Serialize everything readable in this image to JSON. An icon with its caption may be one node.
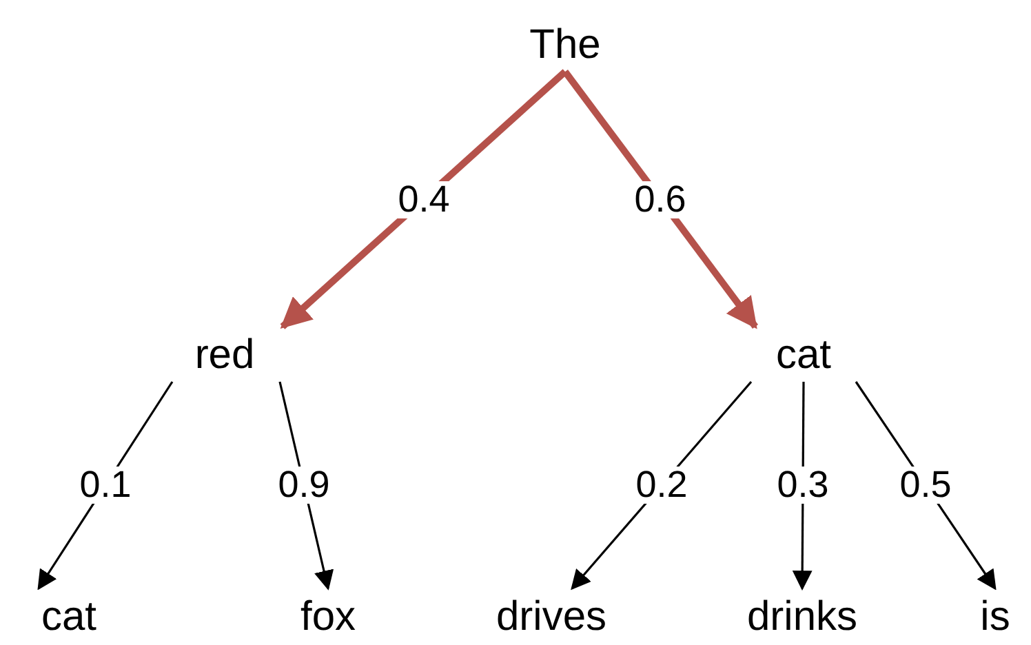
{
  "diagram": {
    "nodes": [
      {
        "text": [
          "The"
        ]
      },
      {
        "text": [
          "red"
        ]
      },
      {
        "text": [
          "cat"
        ]
      },
      {
        "text": [
          "cat"
        ]
      },
      {
        "text": [
          "fox"
        ]
      },
      {
        "text": [
          "drives"
        ]
      },
      {
        "text": [
          "drinks"
        ]
      },
      {
        "text": [
          "is"
        ]
      }
    ],
    "edges": [
      {
        "from": 0,
        "to": 1,
        "arrow": "to",
        "label": "0.4",
        "style": "thick",
        "color": "#b5524b"
      },
      {
        "from": 0,
        "to": 2,
        "arrow": "to",
        "label": "0.6",
        "style": "thick",
        "color": "#b5524b"
      },
      {
        "from": 1,
        "to": 3,
        "arrow": "to",
        "label": "0.1"
      },
      {
        "from": 1,
        "to": 4,
        "arrow": "to",
        "label": "0.9"
      },
      {
        "from": 2,
        "to": 5,
        "arrow": "to",
        "label": "0.2"
      },
      {
        "from": 2,
        "to": 6,
        "arrow": "to",
        "label": "0.3"
      },
      {
        "from": 2,
        "to": 7,
        "arrow": "to",
        "label": "0.5"
      }
    ]
  }
}
